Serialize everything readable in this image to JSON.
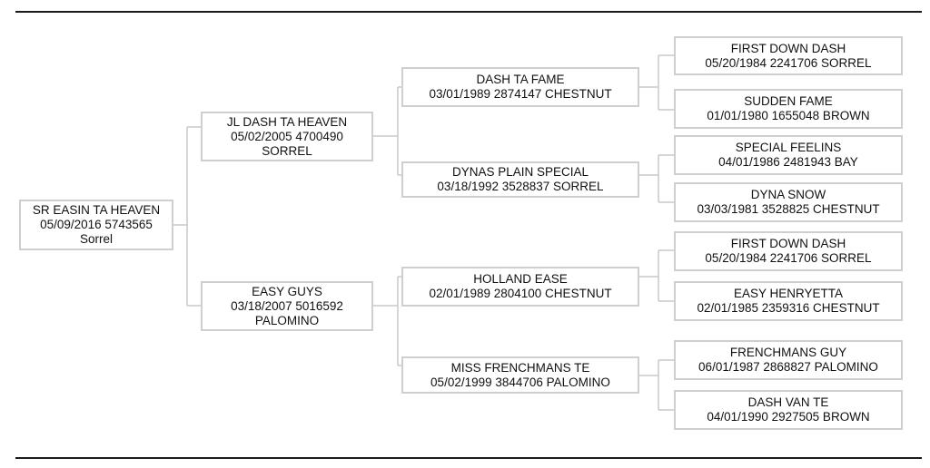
{
  "pedigree": {
    "subject": {
      "name": "SR EASIN TA HEAVEN",
      "details": "05/09/2016 5743565",
      "color": "Sorrel"
    },
    "sire": {
      "name": "JL DASH TA HEAVEN",
      "details": "05/02/2005 4700490",
      "color": "SORREL"
    },
    "dam": {
      "name": "EASY GUYS",
      "details": "03/18/2007 5016592",
      "color": "PALOMINO"
    },
    "sire_sire": {
      "name": "DASH TA FAME",
      "details": "03/01/1989 2874147 CHESTNUT"
    },
    "sire_dam": {
      "name": "DYNAS PLAIN SPECIAL",
      "details": "03/18/1992 3528837 SORREL"
    },
    "dam_sire": {
      "name": "HOLLAND EASE",
      "details": "02/01/1989 2804100 CHESTNUT"
    },
    "dam_dam": {
      "name": "MISS FRENCHMANS TE",
      "details": "05/02/1999 3844706 PALOMINO"
    },
    "sire_sire_sire": {
      "name": "FIRST DOWN DASH",
      "details": "05/20/1984 2241706 SORREL"
    },
    "sire_sire_dam": {
      "name": "SUDDEN FAME",
      "details": "01/01/1980 1655048 BROWN"
    },
    "sire_dam_sire": {
      "name": "SPECIAL FEELINS",
      "details": "04/01/1986 2481943 BAY"
    },
    "sire_dam_dam": {
      "name": "DYNA SNOW",
      "details": "03/03/1981 3528825 CHESTNUT"
    },
    "dam_sire_sire": {
      "name": "FIRST DOWN DASH",
      "details": "05/20/1984 2241706 SORREL"
    },
    "dam_sire_dam": {
      "name": "EASY HENRYETTA",
      "details": "02/01/1985 2359316 CHESTNUT"
    },
    "dam_dam_sire": {
      "name": "FRENCHMANS GUY",
      "details": "06/01/1987 2868827 PALOMINO"
    },
    "dam_dam_dam": {
      "name": "DASH VAN TE",
      "details": "04/01/1990 2927505 BROWN"
    }
  }
}
